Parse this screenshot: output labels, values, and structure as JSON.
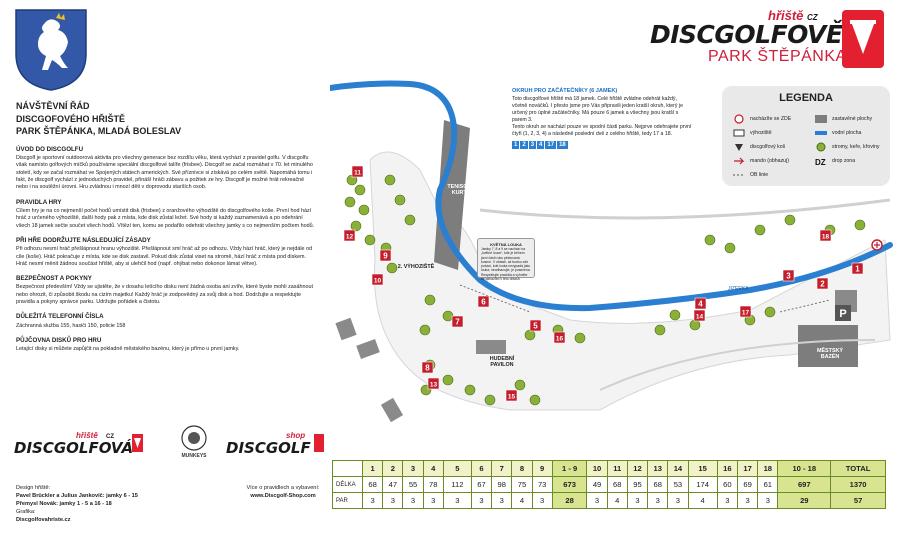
{
  "document": {
    "title_lines": [
      "NÁVŠTĚVNÍ ŘÁD",
      "DISCGOFOVÉHO HŘIŠTĚ",
      "PARK ŠTĚPÁNKA, MLADÁ BOLESLAV"
    ],
    "sections": [
      {
        "heading": "ÚVOD DO DISCGOLFU",
        "text": "Discgolf je sportovní outdoorová aktivita pro všechny generace bez rozdílu věku, která vychází z pravidel golfu. V discgolfu však namísto golfových míčků používáme speciální discgolfové talíře (frisbee). Discgolf se začal rozmáhat v 70. let minulého století, kdy se začal rozmáhat ve Spojených státech amerických. Své příznivce si získává po celém světě. Napomáhá tomu i fakt, že discgolf vychází z jednoduchých pravidel, přináší hráči zábavu a požitek ze hry. Discgolf je možné hrát rekreačně nebo i na soutěžní úrovni. Hru zvládnou i mnozí děti v doprovodu starších osob."
      },
      {
        "heading": "PRAVIDLA HRY",
        "text": "Cílem hry je na co nejmenší počet hodů umístit disk (frisbee) z oranžového výhoziště do discgolfového koše. První hod hází hráč z určeného výhoziště, další hody pak z místa, kde disk zůstal ležet. Své hody si každý zaznamenává a po odehrání všech 18 jamek sečte součet všech hodů. Vítězí ten, komu se podařilo odehrát všechny jamky s co nejmenším počtem hodů."
      },
      {
        "heading": "PŘI HŘE DODRŽUJTE NÁSLEDUJÍCÍ ZÁSADY",
        "text": "Při odhozu nesmí hráč přešlápnout hranu výhoziště. Přešlápnout smí hráč až po odhozu. Vždy hází hráč, který je nejdále od cíle (koše). Hráč pokračuje z místa, kde se disk zastavil. Pokud disk zůstal viset na stromě, hází hráč z místa pod diskem. Hráč nesmí měnit žádnou součást hřiště, aby si ulehčil hod (např. ohýbat nebo dokonce lámat větve)."
      },
      {
        "heading": "BEZPEČNOST A POKYNY",
        "text": "Bezpečnost především! Vždy se ujistěte, že v dosahu letícího disku není žádná osoba ani zvíře, které byste mohli zasáhnout nebo ohrozit, či způsobit škodu na cizím majetku! Každý hráč je zodpovědný za svůj disk a hod. Dodržujte a respektujte pravidla a pokyny správce parku. Udržujte pořádek a čistotu."
      },
      {
        "heading": "DŮLEŽITÁ TELEFONNÍ ČÍSLA",
        "text": "Záchranná služba 155, hasiči 150, policie 158"
      },
      {
        "heading": "PŮJČOVNA DISKŮ PRO HRU",
        "text": "Letající disky si můžete zapůjčit na pokladně městského bazénu, který je přímo u první jamky."
      }
    ]
  },
  "logos": {
    "dgf_top": "hřiště",
    "dgf_cz": "CZ",
    "dgf_main": "DISCGOLFOVÁ",
    "club_name": "MUNKEYS",
    "shop_top": "shop",
    "shop_main": "DISCGOLF"
  },
  "credits": {
    "label": "Design hřiště:",
    "authors1": "Pavel Brückler a Julius Jankovič:  jamky 6 - 15",
    "authors2": "Přemysl Novák: jamky 1 - 5 a 16 - 18",
    "graphics": "Grafika:",
    "site": "Discgolfovahriste.cz",
    "visit_line1": "Více o pravidlech a vybavení:",
    "visit_line2": "www.Discgolf-Shop.com"
  },
  "brand": {
    "top": "hřiště",
    "cz": "CZ",
    "main": "DISCGOLFOVĚ",
    "sub": "PARK ŠTĚPÁNKA"
  },
  "beginner": {
    "heading": "OKRUH PRO ZAČÁTEČNÍKY (6 JAMEK)",
    "text1": "Toto discgolfové hřiště má 18 jamek. Celé hřiště zvládne odehrát každý, včetně nováčků. I přesto jsme pro Vás připravili jeden kratší okruh, který je určený pro úplné začátečníky. Má pouze 6 jamek a všechny jsou kratší s parem 3.",
    "text2": "Tento okruh se nachází pouze ve spodní části parku. Nejprve odehrajete první čtyři (1, 2, 3, 4) a následně poslední dvě z celého hřiště, tedy 17 a 18.",
    "chips": [
      "1",
      "2",
      "3",
      "4",
      "17",
      "18"
    ]
  },
  "legend": {
    "title": "LEGENDA",
    "items": [
      {
        "label": "nacházíte se ZDE",
        "icon": "you-are-here-icon"
      },
      {
        "label": "zastavěné plochy",
        "icon": "built-area-icon"
      },
      {
        "label": "výhoziště",
        "icon": "tee-icon"
      },
      {
        "label": "vodní plocha",
        "icon": "water-icon"
      },
      {
        "label": "discgolfový koš",
        "icon": "basket-icon"
      },
      {
        "label": "stromy, keře, křoviny",
        "icon": "trees-icon"
      },
      {
        "label": "mando (obhazuj)",
        "icon": "mando-icon"
      },
      {
        "label": "drop zona",
        "icon": "dropzone-icon"
      },
      {
        "label": "OB linie",
        "icon": "ob-line-icon"
      }
    ]
  },
  "map": {
    "labels": {
      "tennis": "TENISOVÉ KURTY",
      "pavilon": "HUDEBNÍ PAVILON",
      "bazen": "MĚSTSKÝ BAZÉN",
      "vyhoziste": "2. VÝHOZIŠTĚ",
      "river": "JIZERKA",
      "parking": "P"
    },
    "info_title": "KVĚTNÁ LOUKA",
    "info_text": "Jamky 7, 8 a 9 se nachází na „květné louce“, kde je během jarní části roku pěstovaná kosení. V oblasti, až budou zde počasí, kde louka nevypadá jako louka, neodhazujte, je posečena. Respektujte pravidla a vyhněte se odhazům v této oblasti.",
    "holes": [
      "1",
      "2",
      "3",
      "4",
      "5",
      "6",
      "7",
      "8",
      "9",
      "10",
      "11",
      "12",
      "13",
      "14",
      "15",
      "16",
      "17",
      "18"
    ]
  },
  "scorecard": {
    "header": [
      "",
      "1",
      "2",
      "3",
      "4",
      "5",
      "6",
      "7",
      "8",
      "9",
      "1 - 9",
      "10",
      "11",
      "12",
      "13",
      "14",
      "15",
      "16",
      "17",
      "18",
      "10 - 18",
      "TOTAL"
    ],
    "rows": [
      {
        "label": "DÉLKA",
        "values": [
          "68",
          "47",
          "55",
          "78",
          "112",
          "67",
          "98",
          "75",
          "73",
          "673",
          "49",
          "68",
          "95",
          "68",
          "53",
          "174",
          "60",
          "69",
          "61",
          "697",
          "1370"
        ]
      },
      {
        "label": "PAR",
        "values": [
          "3",
          "3",
          "3",
          "3",
          "3",
          "3",
          "3",
          "4",
          "3",
          "28",
          "3",
          "4",
          "3",
          "3",
          "3",
          "4",
          "3",
          "3",
          "3",
          "29",
          "57"
        ]
      }
    ]
  },
  "colors": {
    "accent_red": "#d0203a",
    "river_blue": "#2a7fd0",
    "hole_red": "#c41d2b",
    "table_green": "#d8e48f"
  }
}
